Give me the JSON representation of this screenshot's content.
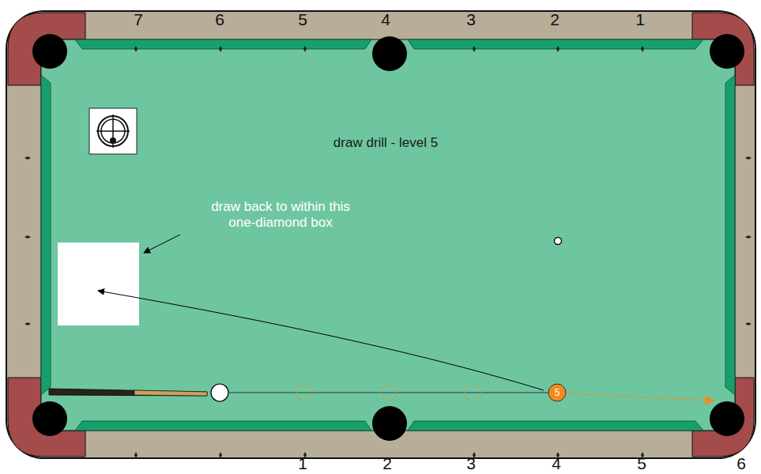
{
  "diagram": {
    "title": "draw drill - level 5",
    "nodes": [
      {
        "text": [
          "5"
        ]
      }
    ],
    "labels": [
      "7",
      "6",
      "5",
      "4",
      "3",
      "2",
      "1",
      "1",
      "2",
      "3",
      "4",
      "5",
      "6",
      "draw back to within this one-diamond box"
    ]
  }
}
